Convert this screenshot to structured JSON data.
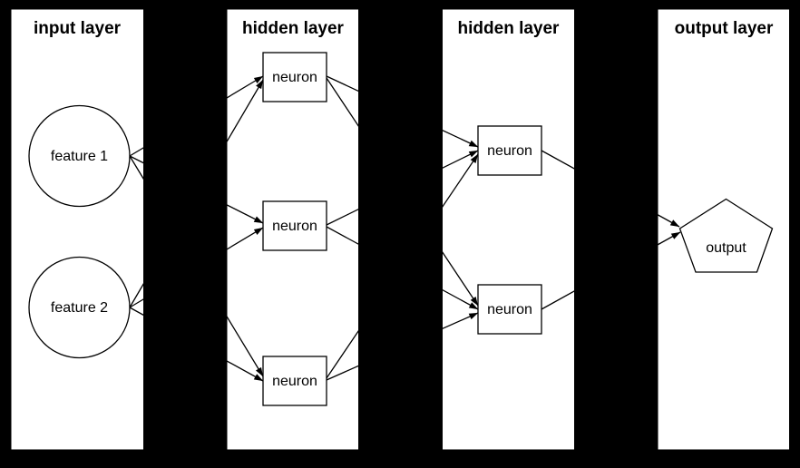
{
  "colors": {
    "background": "#000000",
    "panel_fill": "#ffffff",
    "line": "#000000",
    "text": "#000000"
  },
  "panels": [
    {
      "id": "input",
      "title": "input layer"
    },
    {
      "id": "hidden1",
      "title": "hidden layer"
    },
    {
      "id": "hidden2",
      "title": "hidden layer"
    },
    {
      "id": "output",
      "title": "output layer"
    }
  ],
  "nodes": {
    "feature1": {
      "label": "feature 1",
      "shape": "circle",
      "panel": "input"
    },
    "feature2": {
      "label": "feature 2",
      "shape": "circle",
      "panel": "input"
    },
    "h1n1": {
      "label": "neuron",
      "shape": "rectangle",
      "panel": "hidden1"
    },
    "h1n2": {
      "label": "neuron",
      "shape": "rectangle",
      "panel": "hidden1"
    },
    "h1n3": {
      "label": "neuron",
      "shape": "rectangle",
      "panel": "hidden1"
    },
    "h2n1": {
      "label": "neuron",
      "shape": "rectangle",
      "panel": "hidden2"
    },
    "h2n2": {
      "label": "neuron",
      "shape": "rectangle",
      "panel": "hidden2"
    },
    "output": {
      "label": "output",
      "shape": "pentagon",
      "panel": "output"
    }
  },
  "edges": [
    {
      "from": "feature1",
      "to": "h1n1"
    },
    {
      "from": "feature1",
      "to": "h1n2"
    },
    {
      "from": "feature1",
      "to": "h1n3"
    },
    {
      "from": "feature2",
      "to": "h1n1"
    },
    {
      "from": "feature2",
      "to": "h1n2"
    },
    {
      "from": "feature2",
      "to": "h1n3"
    },
    {
      "from": "h1n1",
      "to": "h2n1"
    },
    {
      "from": "h1n1",
      "to": "h2n2"
    },
    {
      "from": "h1n2",
      "to": "h2n1"
    },
    {
      "from": "h1n2",
      "to": "h2n2"
    },
    {
      "from": "h1n3",
      "to": "h2n1"
    },
    {
      "from": "h1n3",
      "to": "h2n2"
    },
    {
      "from": "h2n1",
      "to": "output"
    },
    {
      "from": "h2n2",
      "to": "output"
    }
  ]
}
